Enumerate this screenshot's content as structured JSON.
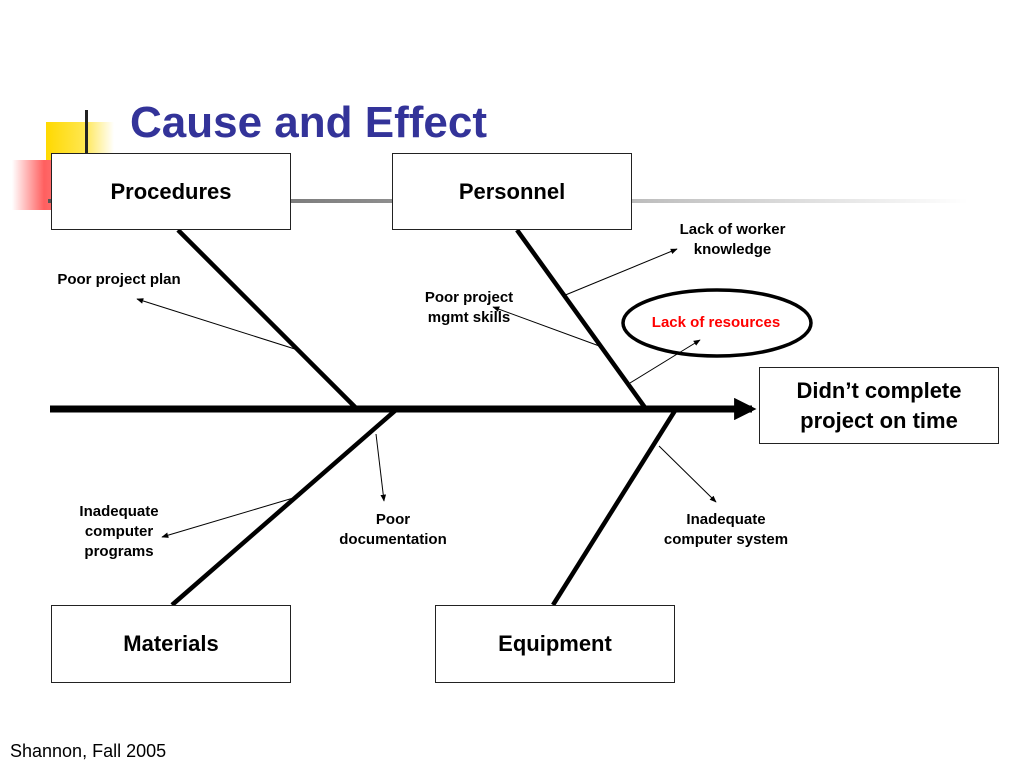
{
  "slide": {
    "title": "Cause and Effect",
    "footer": "Shannon, Fall 2005"
  },
  "categories": {
    "procedures": "Procedures",
    "personnel": "Personnel",
    "materials": "Materials",
    "equipment": "Equipment"
  },
  "effect": "Didn’t complete project on time",
  "causes": {
    "poor_project_plan": "Poor project plan",
    "poor_mgmt_skills": "Poor project\nmgmt skills",
    "lack_worker_knowledge": "Lack of worker\nknowledge",
    "lack_resources": "Lack of resources",
    "inadequate_programs": "Inadequate\ncomputer\nprograms",
    "poor_documentation": "Poor\ndocumentation",
    "inadequate_system": "Inadequate\ncomputer system"
  },
  "colors": {
    "title": "#333399",
    "highlight": "#ff0000",
    "spine": "#000000"
  }
}
